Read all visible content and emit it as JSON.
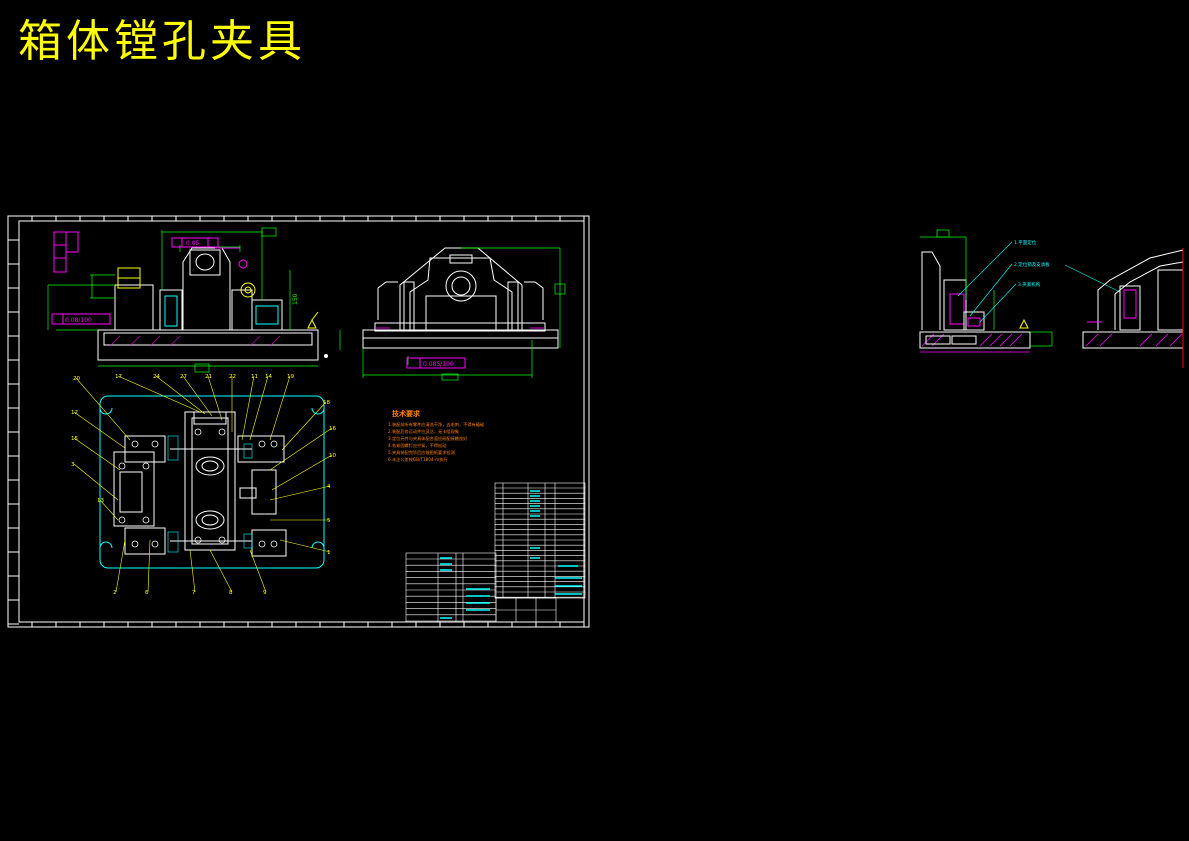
{
  "drawing": {
    "title": "箱体镗孔夹具",
    "colors": {
      "background": "#000000",
      "title": "#ffff00",
      "border": "#ffffff",
      "outline": "#ffffff",
      "dimension": "#00ff00",
      "leader": "#ffff00",
      "fixture_plate": "#00ffff",
      "tolerance": "#ff00ff",
      "notes": "#ff8000",
      "hatch": "#ff00ff"
    }
  },
  "left_view": {
    "tolerance_flatness": "0.08/100",
    "tolerance_top": "0.05",
    "dim_right": "150"
  },
  "front_view": {
    "tolerance_parallel": "0.085/100"
  },
  "plan_view": {
    "balloon_numbers": [
      "20",
      "17",
      "24",
      "27",
      "21",
      "22",
      "11",
      "14",
      "19",
      "18",
      "16",
      "10",
      "4",
      "5",
      "1",
      "12",
      "15",
      "3",
      "2",
      "6",
      "7",
      "8",
      "9",
      "13"
    ]
  },
  "notes": {
    "heading": "技术要求",
    "lines": [
      "1.装配前所有零件应清洗干净，去毛刺，不得有磕碰",
      "2.装配后各运动件应灵活，无卡阻现象",
      "3.定位元件与夹具体配合面应研配接触良好",
      "4.各紧固螺钉应拧紧，不得松动",
      "5.夹具装配完毕后应按图纸要求检测",
      "6.未注公差按GB/T1804-m执行"
    ]
  },
  "side_detail": {
    "labels": [
      "1.平面定位",
      "2.定位销及支承板",
      "3.夹紧机构"
    ]
  }
}
